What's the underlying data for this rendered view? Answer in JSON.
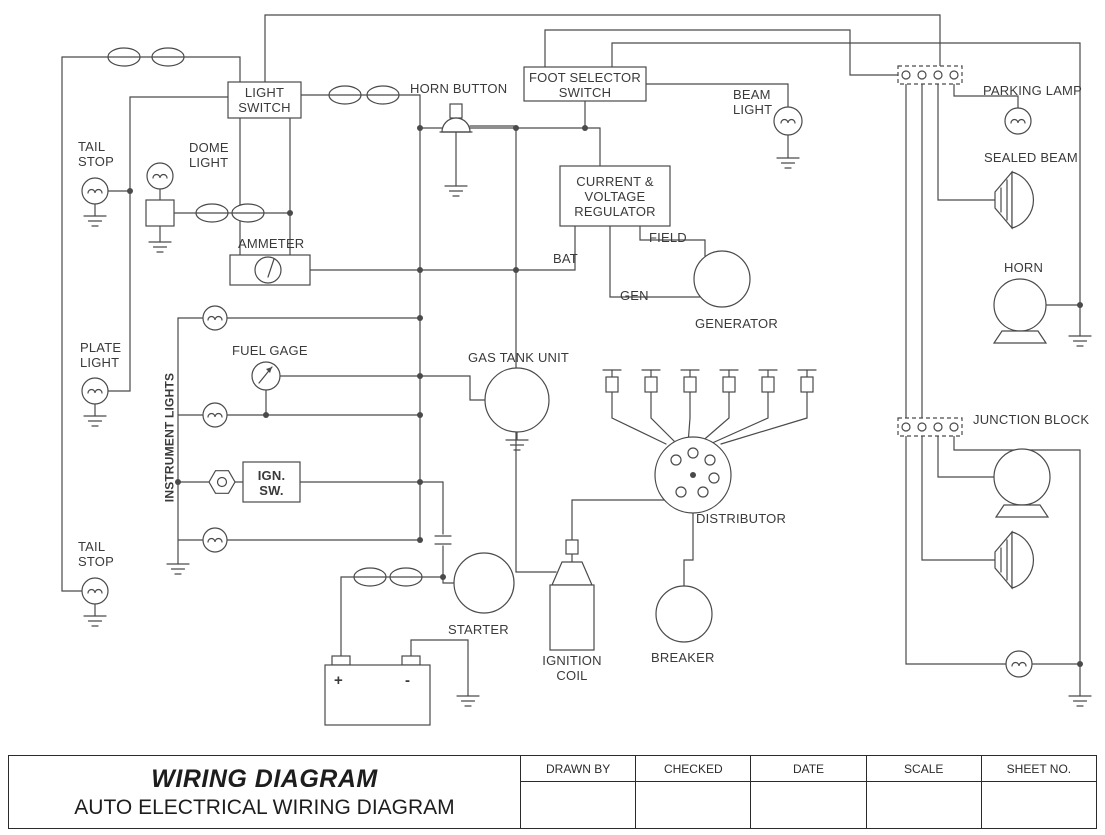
{
  "labels": {
    "tail_stop_top": "TAIL\nSTOP",
    "dome_light": "DOME\nLIGHT",
    "light_switch": "LIGHT\nSWITCH",
    "horn_button": "HORN BUTTON",
    "foot_selector_switch": "FOOT SELECTOR\nSWITCH",
    "beam_light": "BEAM\nLIGHT",
    "parking_lamp": "PARKING LAMP",
    "sealed_beam": "SEALED BEAM",
    "horn": "HORN",
    "regulator": "CURRENT &\nVOLTAGE\nREGULATOR",
    "field": "FIELD",
    "bat": "BAT",
    "gen": "GEN",
    "generator": "GENERATOR",
    "ammeter": "AMMETER",
    "plate_light": "PLATE\nLIGHT",
    "fuel_gage": "FUEL GAGE",
    "gas_tank_unit": "GAS TANK UNIT",
    "instrument_lights": "INSTRUMENT LIGHTS",
    "ign_sw": "IGN.\nSW.",
    "junction_block": "JUNCTION BLOCK",
    "distributor": "DISTRIBUTOR",
    "starter": "STARTER",
    "ignition_coil": "IGNITION\nCOIL",
    "breaker": "BREAKER",
    "tail_stop_bottom": "TAIL\nSTOP",
    "battery_plus": "+",
    "battery_minus": "-"
  },
  "title_block": {
    "title": "WIRING DIAGRAM",
    "subtitle": "AUTO ELECTRICAL WIRING DIAGRAM",
    "columns": [
      "DRAWN BY",
      "CHECKED",
      "DATE",
      "SCALE",
      "SHEET NO."
    ]
  },
  "colors": {
    "wire": "#4a4a4a",
    "text": "#3a3a3a",
    "background": "#ffffff"
  }
}
